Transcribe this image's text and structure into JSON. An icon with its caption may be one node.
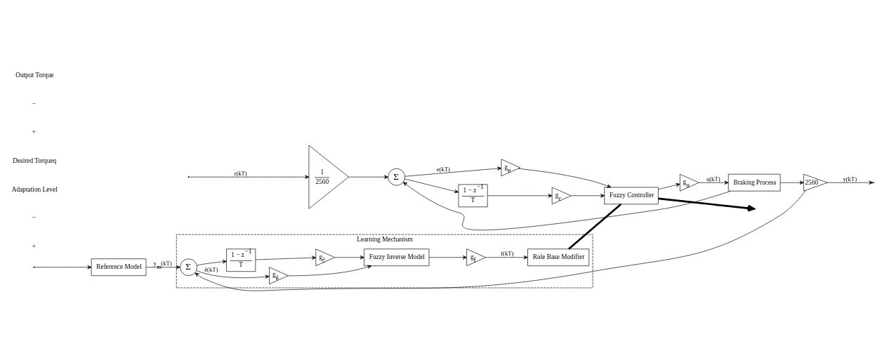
{
  "diagram": {
    "nodes": [
      {
        "text": [
          "Reference Model"
        ]
      },
      {
        "text": [
          "Learning Mechanism"
        ]
      },
      {
        "text": [
          "Rule Base Modifier"
        ],
        "in": 1
      },
      {
        "text": [
          "g$_{f}$"
        ],
        "in": 1
      },
      {
        "text": [
          "Fuzzy Inverse Model"
        ],
        "in": 1
      },
      {
        "text": [
          "g$_{ê}$"
        ],
        "in": 1
      },
      {
        "text": [
          "g$_{ĉ}$"
        ],
        "in": 1
      },
      {
        "text": [
          "1 − z$^{−1}$",
          "T"
        ],
        "in": 1
      },
      {
        "text": [
          "Σ"
        ],
        "in": 1
      },
      {
        "text": [
          "1",
          "2560"
        ]
      },
      {
        "text": [
          "Σ"
        ]
      },
      {
        "text": [
          "g$_{e}$"
        ]
      },
      {
        "text": [
          "1 − z$^{−1}$",
          "T"
        ]
      },
      {
        "text": [
          "g$_{c}$"
        ]
      },
      {
        "text": [
          "Fuzzy Controller"
        ]
      },
      {
        "text": [
          "g$_{u}$"
        ]
      },
      {
        "text": [
          "Braking Process"
        ]
      },
      {
        "text": [
          "2560"
        ]
      }
    ],
    "edges": [
      {
        "from": null,
        "to": 9,
        "arrow": "to",
        "label": "r(kT)"
      },
      {
        "from": null,
        "to": 0,
        "arrow": "to"
      },
      {
        "from": 0,
        "to": 8,
        "arrow": "to",
        "label": "y$_{m}$(kT)"
      },
      {
        "from": 8,
        "to": 5,
        "arrow": "to",
        "label": "ê(kT)"
      },
      {
        "from": 8,
        "to": 7,
        "arrow": "to"
      },
      {
        "from": 7,
        "to": 6,
        "arrow": "to"
      },
      {
        "from": 5,
        "to": 4,
        "arrow": "to"
      },
      {
        "from": 6,
        "to": 4,
        "arrow": "to"
      },
      {
        "from": 4,
        "to": 3,
        "arrow": "to"
      },
      {
        "from": 3,
        "to": 2,
        "arrow": "to",
        "label": "f(kT)"
      },
      {
        "from": 2,
        "to": 14,
        "arrow": "none",
        "style": "thick"
      },
      {
        "from": 9,
        "to": 10,
        "arrow": "to"
      },
      {
        "from": 10,
        "to": 11,
        "arrow": "to",
        "label": "e(kT)"
      },
      {
        "from": 10,
        "to": 12,
        "arrow": "to"
      },
      {
        "from": 12,
        "to": 13,
        "arrow": "to"
      },
      {
        "from": 11,
        "to": 14,
        "arrow": "to"
      },
      {
        "from": 13,
        "to": 14,
        "arrow": "to"
      },
      {
        "from": 14,
        "to": null,
        "arrow": "to",
        "style": "thick"
      },
      {
        "from": 14,
        "to": 15,
        "arrow": "to"
      },
      {
        "from": 15,
        "to": 16,
        "arrow": "to",
        "label": "u(kT)"
      },
      {
        "from": 16,
        "to": 17,
        "arrow": "to"
      },
      {
        "from": 16,
        "to": 10,
        "arrow": "to"
      },
      {
        "from": 17,
        "to": 8,
        "arrow": "to"
      },
      {
        "from": 17,
        "to": null,
        "arrow": "to",
        "label": "y(kT)"
      }
    ],
    "labels": [
      "+",
      "−",
      "Adaptation Level",
      "Desired Torqueq",
      "+",
      "−",
      "Output Torque"
    ]
  }
}
